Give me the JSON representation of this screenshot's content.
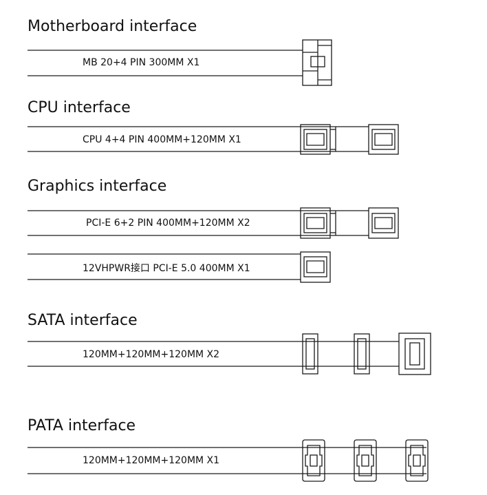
{
  "sections": [
    {
      "title": "Motherboard interface",
      "cables": [
        {
          "label": "MB 20+4 PIN 300MM  X1"
        }
      ]
    },
    {
      "title": "CPU interface",
      "cables": [
        {
          "label": "CPU 4+4 PIN 400MM+120MM  X1"
        }
      ]
    },
    {
      "title": "Graphics interface",
      "cables": [
        {
          "label": "PCI-E 6+2 PIN 400MM+120MM  X2"
        },
        {
          "label": "12VHPWR接口 PCI-E 5.0 400MM X1"
        }
      ]
    },
    {
      "title": "SATA interface",
      "cables": [
        {
          "label": "120MM+120MM+120MM  X2"
        }
      ]
    },
    {
      "title": "PATA interface",
      "cables": [
        {
          "label": "120MM+120MM+120MM X1"
        }
      ]
    }
  ]
}
